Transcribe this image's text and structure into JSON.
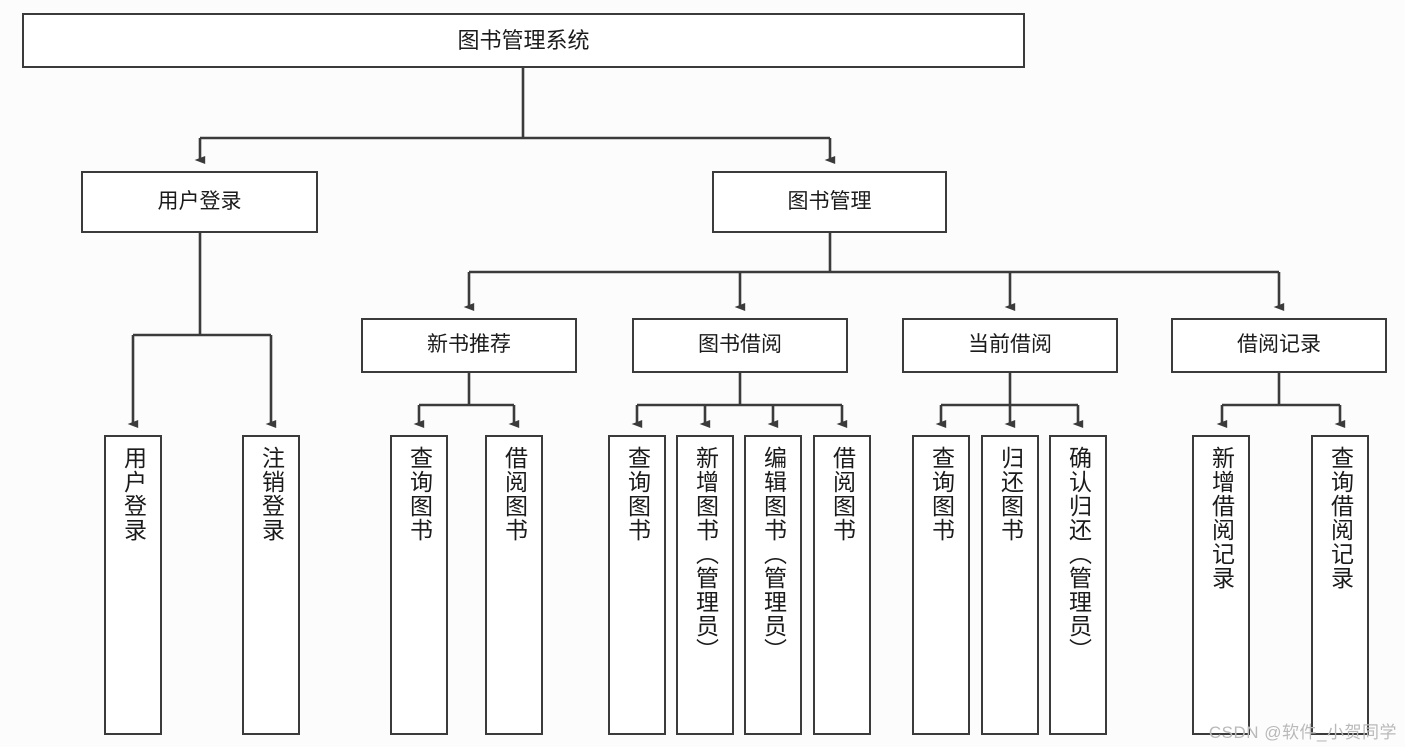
{
  "diagram": {
    "title": "图书管理系统",
    "type": "tree-hierarchy-diagram",
    "watermark": "CSDN @软件_小贺同学",
    "colors": {
      "background": "#fcfcfc",
      "box_fill": "#ffffff",
      "line": "#3b3b3b",
      "text": "#1b1b1b",
      "watermark": "#b9b9b9"
    },
    "root": {
      "label": "图书管理系统"
    },
    "level2": [
      {
        "id": "user-login",
        "label": "用户登录"
      },
      {
        "id": "book-manage",
        "label": "图书管理"
      }
    ],
    "level3": [
      {
        "id": "new-book-rec",
        "label": "新书推荐",
        "parent": "book-manage"
      },
      {
        "id": "book-borrow",
        "label": "图书借阅",
        "parent": "book-manage"
      },
      {
        "id": "current-borrow",
        "label": "当前借阅",
        "parent": "book-manage"
      },
      {
        "id": "borrow-record",
        "label": "借阅记录",
        "parent": "book-manage"
      }
    ],
    "leaves": [
      {
        "id": "leaf-user-login",
        "label": "用户登录",
        "parent": "user-login"
      },
      {
        "id": "leaf-logout-login",
        "label": "注销登录",
        "parent": "user-login"
      },
      {
        "id": "leaf-query-book-1",
        "label": "查询图书",
        "parent": "new-book-rec"
      },
      {
        "id": "leaf-borrow-book-1",
        "label": "借阅图书",
        "parent": "new-book-rec"
      },
      {
        "id": "leaf-query-book-2",
        "label": "查询图书",
        "parent": "book-borrow"
      },
      {
        "id": "leaf-add-book",
        "label": "新增图书（管理员）",
        "parent": "book-borrow"
      },
      {
        "id": "leaf-edit-book",
        "label": "编辑图书（管理员）",
        "parent": "book-borrow"
      },
      {
        "id": "leaf-borrow-book-2",
        "label": "借阅图书",
        "parent": "book-borrow"
      },
      {
        "id": "leaf-query-book-3",
        "label": "查询图书",
        "parent": "current-borrow"
      },
      {
        "id": "leaf-return-book",
        "label": "归还图书",
        "parent": "current-borrow"
      },
      {
        "id": "leaf-confirm-return",
        "label": "确认归还（管理员）",
        "parent": "current-borrow"
      },
      {
        "id": "leaf-add-record",
        "label": "新增借阅记录",
        "parent": "borrow-record"
      },
      {
        "id": "leaf-query-record",
        "label": "查询借阅记录",
        "parent": "borrow-record"
      }
    ]
  }
}
